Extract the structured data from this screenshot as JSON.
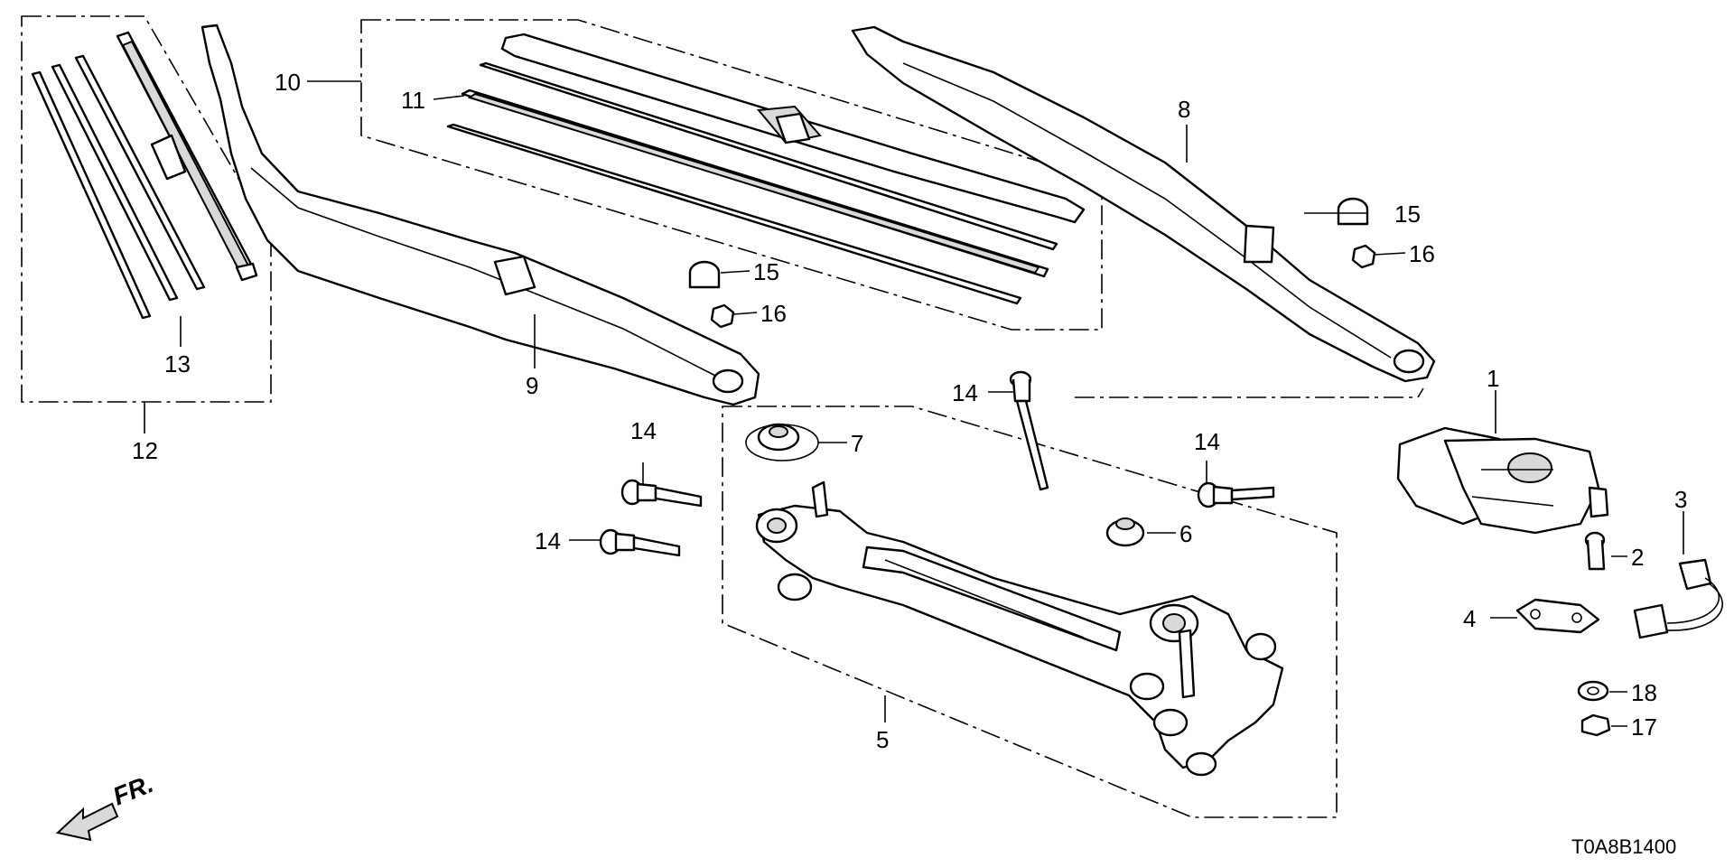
{
  "diagram": {
    "drawing_code": "T0A8B1400",
    "direction_label": "FR.",
    "callouts": [
      {
        "id": "c1",
        "label": "1"
      },
      {
        "id": "c2",
        "label": "2"
      },
      {
        "id": "c3",
        "label": "3"
      },
      {
        "id": "c4",
        "label": "4"
      },
      {
        "id": "c5",
        "label": "5"
      },
      {
        "id": "c6",
        "label": "6"
      },
      {
        "id": "c7",
        "label": "7"
      },
      {
        "id": "c8",
        "label": "8"
      },
      {
        "id": "c9",
        "label": "9"
      },
      {
        "id": "c10",
        "label": "10"
      },
      {
        "id": "c11",
        "label": "11"
      },
      {
        "id": "c12",
        "label": "12"
      },
      {
        "id": "c13",
        "label": "13"
      },
      {
        "id": "c14a",
        "label": "14"
      },
      {
        "id": "c14b",
        "label": "14"
      },
      {
        "id": "c14c",
        "label": "14"
      },
      {
        "id": "c14d",
        "label": "14"
      },
      {
        "id": "c15a",
        "label": "15"
      },
      {
        "id": "c15b",
        "label": "15"
      },
      {
        "id": "c16a",
        "label": "16"
      },
      {
        "id": "c16b",
        "label": "16"
      },
      {
        "id": "c17",
        "label": "17"
      },
      {
        "id": "c18",
        "label": "18"
      }
    ]
  }
}
